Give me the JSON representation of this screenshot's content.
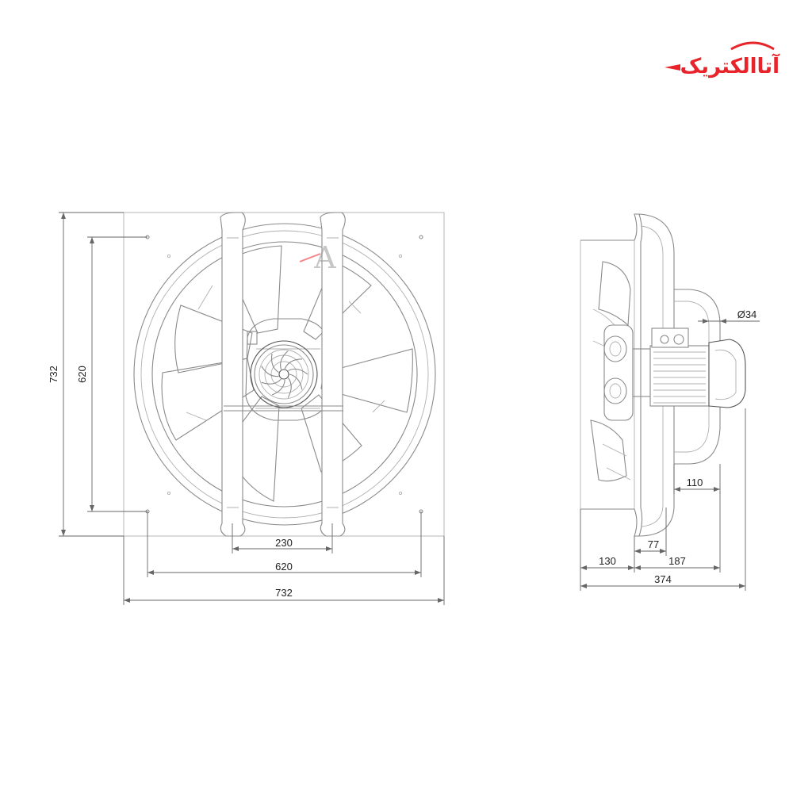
{
  "brand": {
    "logo_text": "آتاالکتریک",
    "color": "#e8242a"
  },
  "watermark": {
    "letter": "A"
  },
  "front_view": {
    "dims": {
      "height_outer": "732",
      "height_holes": "620",
      "width_rails": "230",
      "width_holes": "620",
      "width_outer": "732"
    }
  },
  "side_view": {
    "dims": {
      "diameter": "Ø34",
      "d110": "110",
      "d77": "77",
      "d130": "130",
      "d187": "187",
      "depth_total": "374"
    }
  },
  "colors": {
    "line": "#8a8a8a",
    "dimension": "#666666",
    "text": "#222222"
  }
}
